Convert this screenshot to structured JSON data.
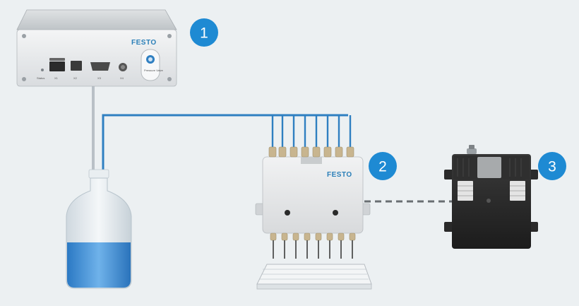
{
  "controller": {
    "brand": "FESTO",
    "port_labels": [
      "Status",
      "X1",
      "X2",
      "X3",
      "X4"
    ],
    "button_label": "Pressure Valve"
  },
  "dispenser": {
    "brand": "FESTO"
  },
  "badges": [
    "1",
    "2",
    "3"
  ],
  "colors": {
    "background": "#ecf0f2",
    "badge": "#1e8ad3",
    "tubing": "#2f7fc1",
    "liquid": "#3d8fd3",
    "housing_dark": "#2a2a2a",
    "housing_light": "#e7e9ea"
  },
  "connection": {
    "style": "dashed",
    "between": [
      "2",
      "3"
    ]
  }
}
